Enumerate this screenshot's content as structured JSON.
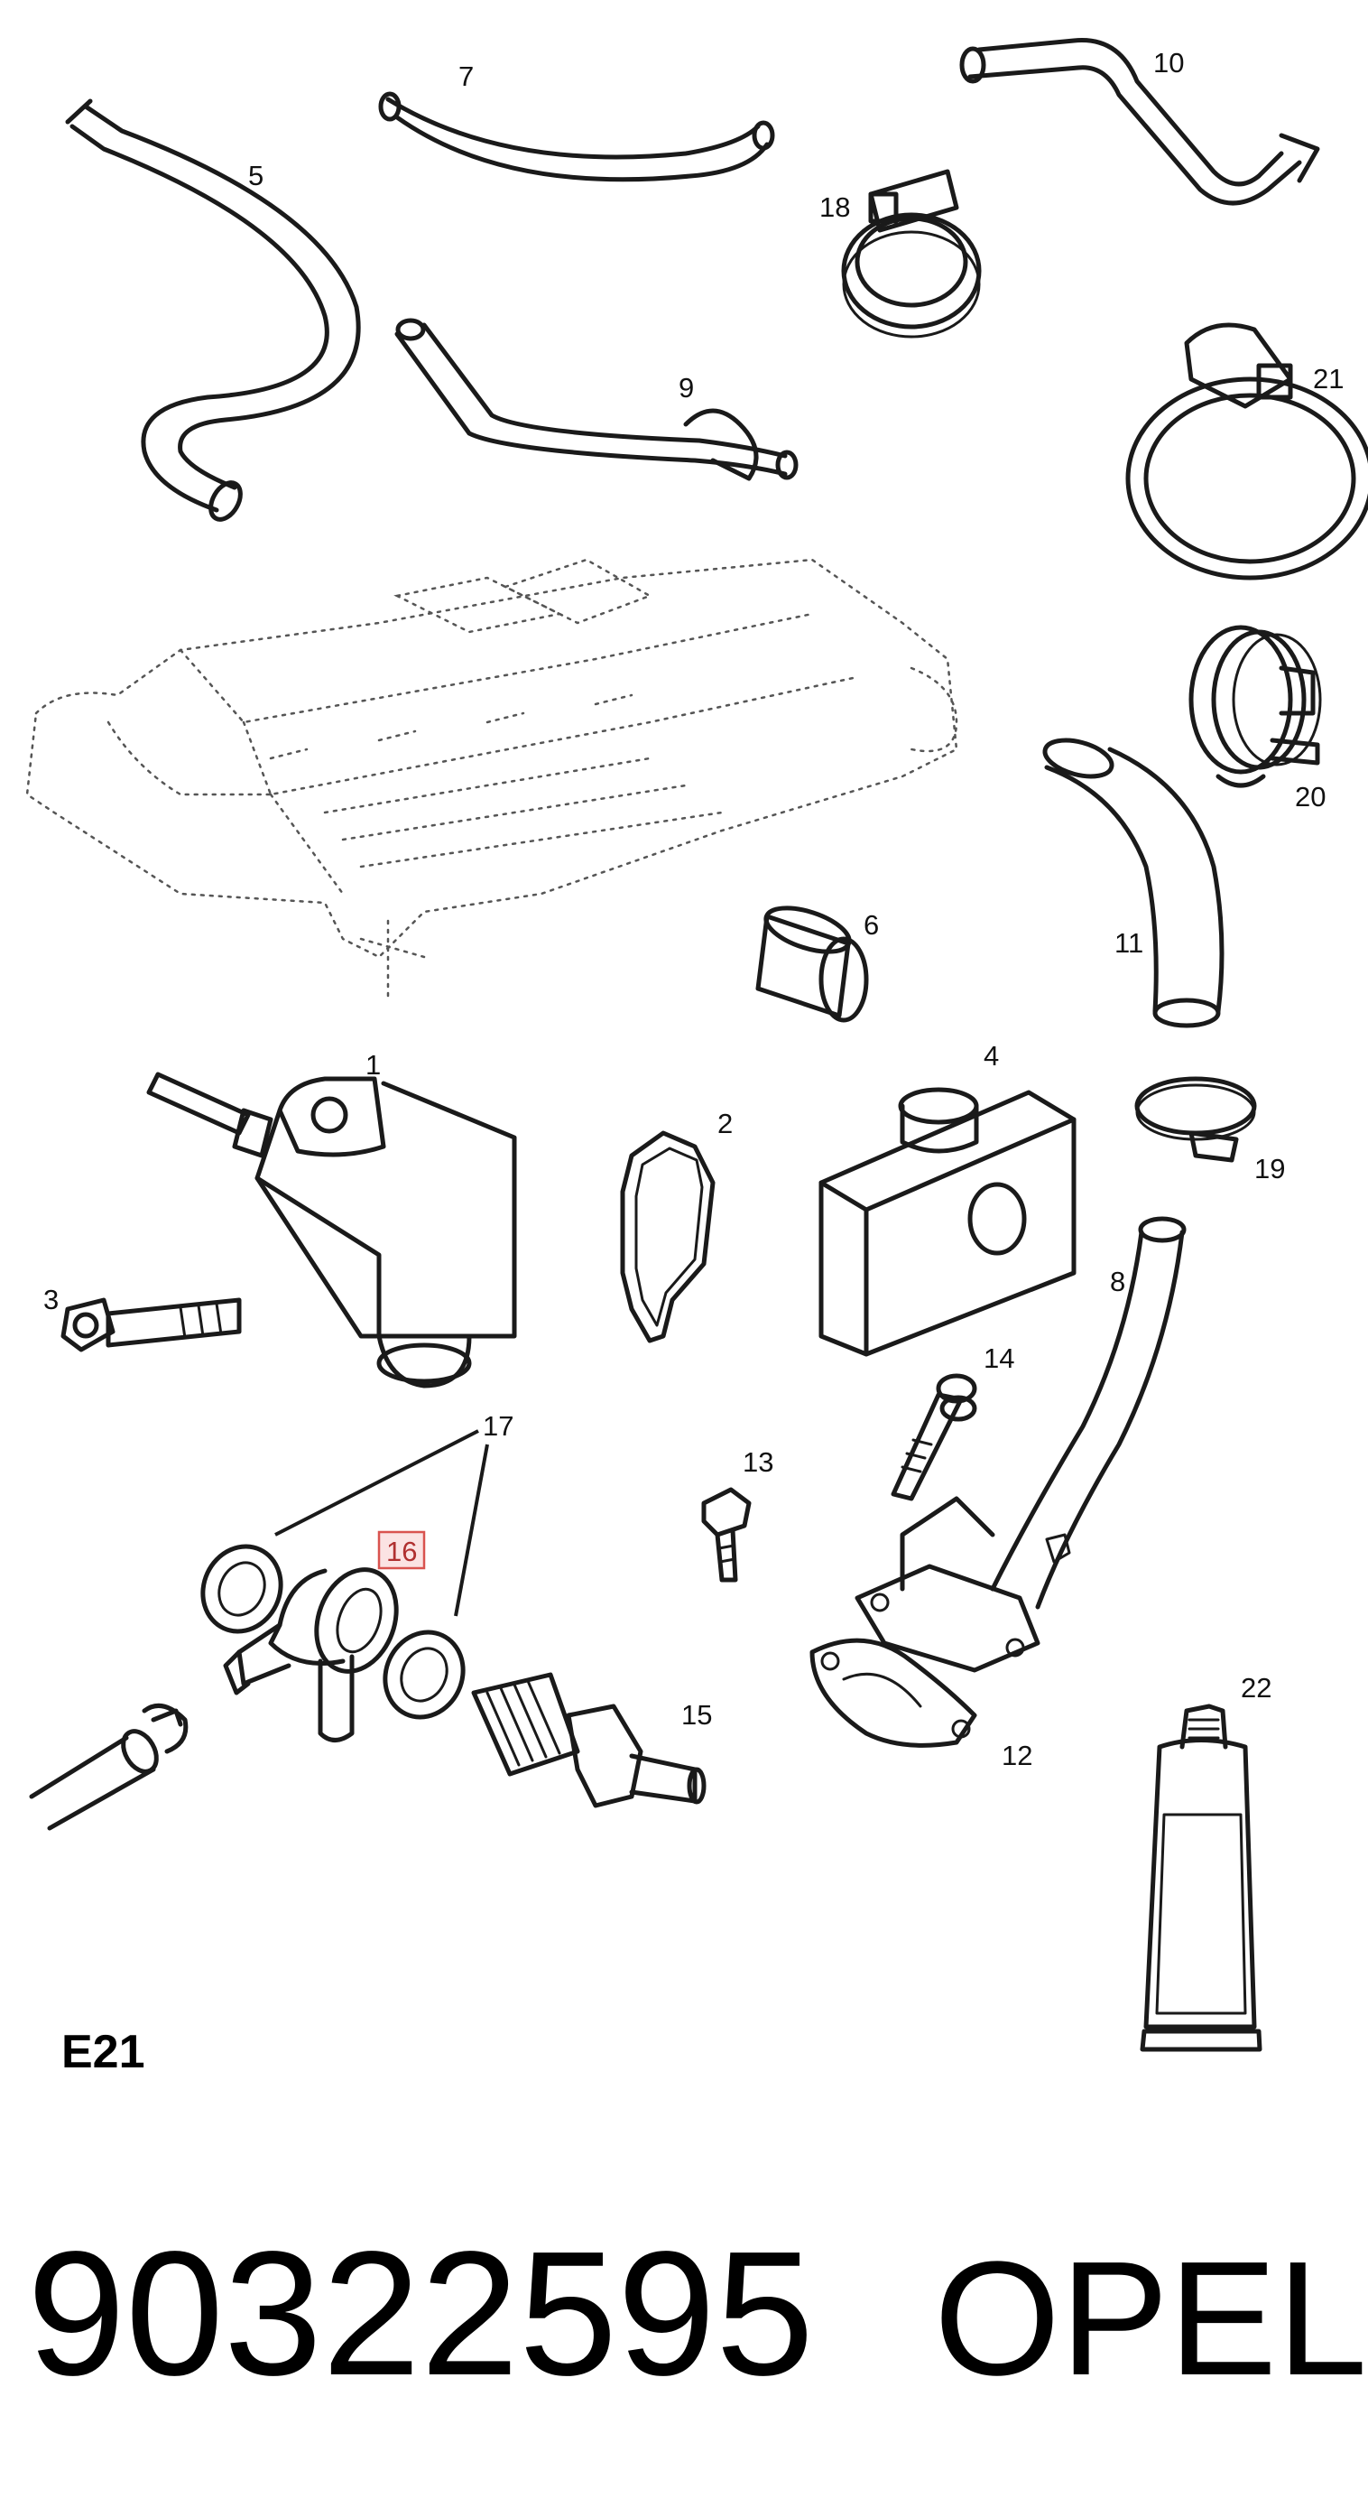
{
  "diagram": {
    "callouts": [
      "1",
      "2",
      "3",
      "4",
      "5",
      "6",
      "7",
      "8",
      "9",
      "10",
      "11",
      "12",
      "13",
      "14",
      "15",
      "17",
      "18",
      "19",
      "20",
      "21",
      "22"
    ],
    "highlighted_callout": "16",
    "highlight_color": "#d9534f",
    "section_code": "E21",
    "part_number": "90322595",
    "brand": "OPEL"
  }
}
